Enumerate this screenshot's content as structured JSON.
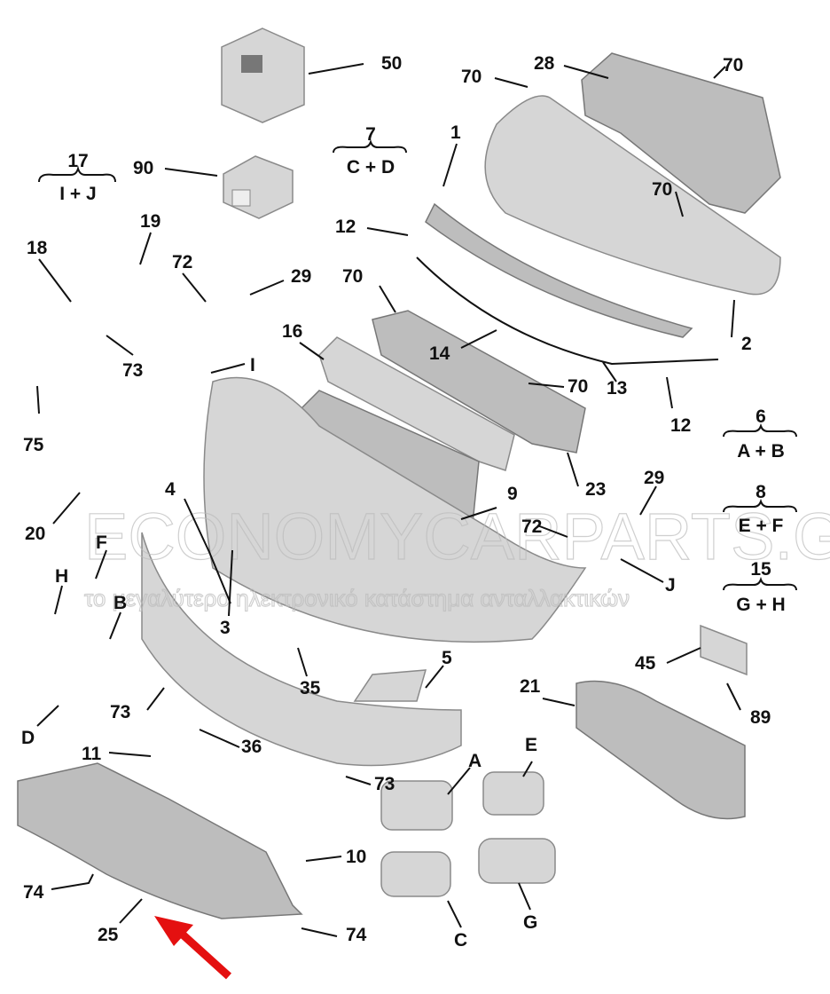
{
  "diagram": {
    "title": "Front bumper exploded parts diagram",
    "watermark": {
      "brand": "ECONOMYCARPARTS.GR",
      "tagline": "το μεγαλύτερο ηλεκτρονικό κατάστημα ανταλλακτικών"
    },
    "highlight_arrow": {
      "color": "#e41010",
      "points_to": "25"
    },
    "groups": [
      {
        "id": "17",
        "members": "I + J"
      },
      {
        "id": "7",
        "members": "C + D"
      },
      {
        "id": "6",
        "members": "A + B"
      },
      {
        "id": "8",
        "members": "E + F"
      },
      {
        "id": "15",
        "members": "G + H"
      }
    ],
    "callouts": [
      "50",
      "90",
      "28",
      "70",
      "70",
      "1",
      "12",
      "70",
      "2",
      "18",
      "19",
      "72",
      "29",
      "16",
      "70",
      "14",
      "73",
      "I",
      "75",
      "13",
      "12",
      "70",
      "20",
      "4",
      "9",
      "23",
      "29",
      "F",
      "72",
      "H",
      "J",
      "B",
      "3",
      "5",
      "45",
      "35",
      "21",
      "89",
      "73",
      "D",
      "36",
      "11",
      "73",
      "A",
      "E",
      "10",
      "74",
      "25",
      "74",
      "C",
      "G"
    ]
  }
}
